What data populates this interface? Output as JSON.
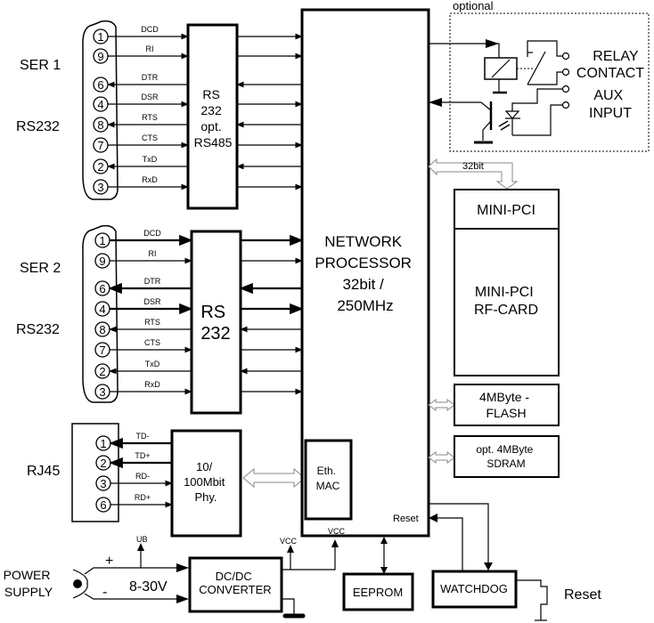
{
  "optional_label": "optional",
  "ser1": {
    "label1": "SER 1",
    "label2": "RS232",
    "box_lines": [
      "RS",
      "232",
      "opt.",
      "RS485"
    ]
  },
  "ser2": {
    "label1": "SER 2",
    "label2": "RS232",
    "box_lines": [
      "RS",
      "232"
    ]
  },
  "serial_pins": [
    {
      "pin": "1",
      "signal": "DCD",
      "dir": "in"
    },
    {
      "pin": "9",
      "signal": "RI",
      "dir": "in"
    },
    {
      "pin": "6",
      "signal": "DTR",
      "dir": "out"
    },
    {
      "pin": "4",
      "signal": "DSR",
      "dir": "in"
    },
    {
      "pin": "8",
      "signal": "RTS",
      "dir": "out"
    },
    {
      "pin": "7",
      "signal": "CTS",
      "dir": "in"
    },
    {
      "pin": "2",
      "signal": "TxD",
      "dir": "out"
    },
    {
      "pin": "3",
      "signal": "RxD",
      "dir": "in"
    }
  ],
  "rj45": {
    "label": "RJ45",
    "pins": [
      {
        "pin": "1",
        "signal": "TD-",
        "dir": "out"
      },
      {
        "pin": "2",
        "signal": "TD+",
        "dir": "out"
      },
      {
        "pin": "3",
        "signal": "RD-",
        "dir": "in"
      },
      {
        "pin": "6",
        "signal": "RD+",
        "dir": "in"
      }
    ],
    "phy_lines": [
      "10/",
      "100Mbit",
      "Phy."
    ]
  },
  "processor": {
    "lines": [
      "NETWORK",
      "PROCESSOR",
      "32bit /",
      "250MHz"
    ],
    "mac_lines": [
      "Eth.",
      "MAC"
    ],
    "vcc_label": "VCC",
    "reset_label": "Reset"
  },
  "relay": {
    "lines": [
      "RELAY",
      "CONTACT"
    ]
  },
  "aux": {
    "lines": [
      "AUX",
      "INPUT"
    ]
  },
  "bus_label": "32bit",
  "mini_pci": "MINI-PCI",
  "rf_card": [
    "MINI-PCI",
    "RF-CARD"
  ],
  "flash": [
    "4MByte -",
    "FLASH"
  ],
  "sdram": [
    "opt. 4MByte",
    "SDRAM"
  ],
  "power": {
    "label": [
      "POWER",
      "SUPPLY"
    ],
    "plus": "+",
    "minus": "-",
    "voltage": "8-30V",
    "ub_label": "UB",
    "vcc_label": "VCC",
    "converter": [
      "DC/DC",
      "CONVERTER"
    ]
  },
  "eeprom": "EEPROM",
  "watchdog": "WATCHDOG",
  "reset_button_label": "Reset"
}
